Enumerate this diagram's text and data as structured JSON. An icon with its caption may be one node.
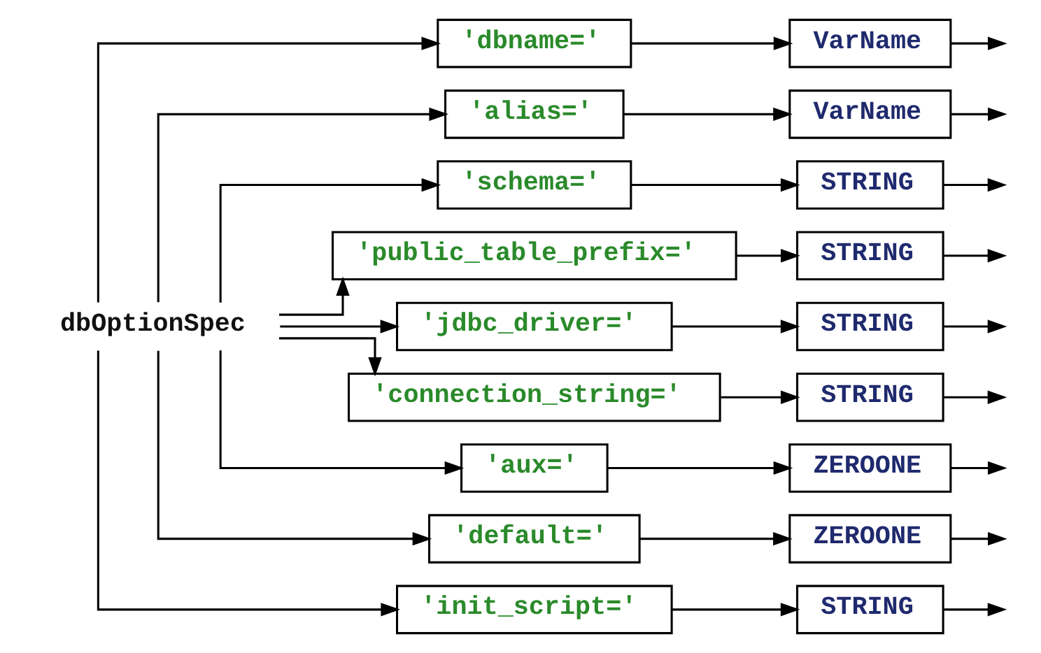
{
  "diagram": {
    "nodes": [
      {
        "text": [
          "dbOptionSpec"
        ]
      },
      {
        "text": [
          "'dbname='"
        ]
      },
      {
        "text": [
          "VarName"
        ]
      },
      {
        "text": [
          "'alias='"
        ]
      },
      {
        "text": [
          "VarName"
        ]
      },
      {
        "text": [
          "'schema='"
        ]
      },
      {
        "text": [
          "STRING"
        ]
      },
      {
        "text": [
          "'public_table_prefix='"
        ]
      },
      {
        "text": [
          "STRING"
        ]
      },
      {
        "text": [
          "'jdbc_driver='"
        ]
      },
      {
        "text": [
          "STRING"
        ]
      },
      {
        "text": [
          "'connection_string='"
        ]
      },
      {
        "text": [
          "STRING"
        ]
      },
      {
        "text": [
          "'aux='"
        ]
      },
      {
        "text": [
          "ZEROONE"
        ]
      },
      {
        "text": [
          "'default='"
        ]
      },
      {
        "text": [
          "ZEROONE"
        ]
      },
      {
        "text": [
          "'init_script='"
        ]
      },
      {
        "text": [
          "STRING"
        ]
      }
    ],
    "edges": [
      {
        "from": 0,
        "to": 1,
        "arrow": "to"
      },
      {
        "from": 1,
        "to": 2,
        "arrow": "to"
      },
      {
        "from": 2,
        "to": null,
        "arrow": "to"
      },
      {
        "from": 0,
        "to": 3,
        "arrow": "to"
      },
      {
        "from": 3,
        "to": 4,
        "arrow": "to"
      },
      {
        "from": 4,
        "to": null,
        "arrow": "to"
      },
      {
        "from": 0,
        "to": 5,
        "arrow": "to"
      },
      {
        "from": 5,
        "to": 6,
        "arrow": "to"
      },
      {
        "from": 6,
        "to": null,
        "arrow": "to"
      },
      {
        "from": 0,
        "to": 7,
        "arrow": "to"
      },
      {
        "from": 7,
        "to": 8,
        "arrow": "to"
      },
      {
        "from": 8,
        "to": null,
        "arrow": "to"
      },
      {
        "from": 0,
        "to": 9,
        "arrow": "to"
      },
      {
        "from": 9,
        "to": 10,
        "arrow": "to"
      },
      {
        "from": 10,
        "to": null,
        "arrow": "to"
      },
      {
        "from": 0,
        "to": 11,
        "arrow": "to"
      },
      {
        "from": 11,
        "to": 12,
        "arrow": "to"
      },
      {
        "from": 12,
        "to": null,
        "arrow": "to"
      },
      {
        "from": 0,
        "to": 13,
        "arrow": "to"
      },
      {
        "from": 13,
        "to": 14,
        "arrow": "to"
      },
      {
        "from": 14,
        "to": null,
        "arrow": "to"
      },
      {
        "from": 0,
        "to": 15,
        "arrow": "to"
      },
      {
        "from": 15,
        "to": 16,
        "arrow": "to"
      },
      {
        "from": 16,
        "to": null,
        "arrow": "to"
      },
      {
        "from": 0,
        "to": 17,
        "arrow": "to"
      },
      {
        "from": 17,
        "to": 18,
        "arrow": "to"
      },
      {
        "from": 18,
        "to": null,
        "arrow": "to"
      }
    ]
  }
}
